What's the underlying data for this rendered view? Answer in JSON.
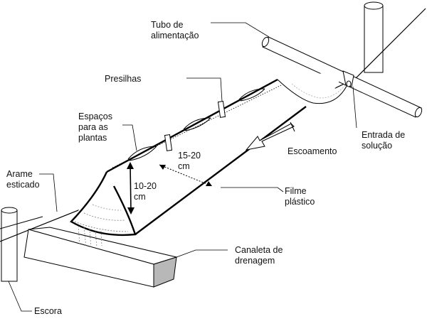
{
  "labels": {
    "tubo": "Tubo de\nalimentação",
    "presilhas": "Presilhas",
    "espacos": "Espaços\npara as\nplantas",
    "arame": "Arame\nesticado",
    "dist_largura": "15-20\ncm",
    "dist_altura": "10-20\ncm",
    "escoamento": "Escoamento",
    "entrada": "Entrada de\nsolução",
    "filme": "Filme\nplástico",
    "canaleta": "Canaleta de\ndrenagem",
    "escora": "Escora"
  },
  "colors": {
    "stroke": "#000000",
    "shade": "#b8b8b8",
    "text": "#111111"
  }
}
